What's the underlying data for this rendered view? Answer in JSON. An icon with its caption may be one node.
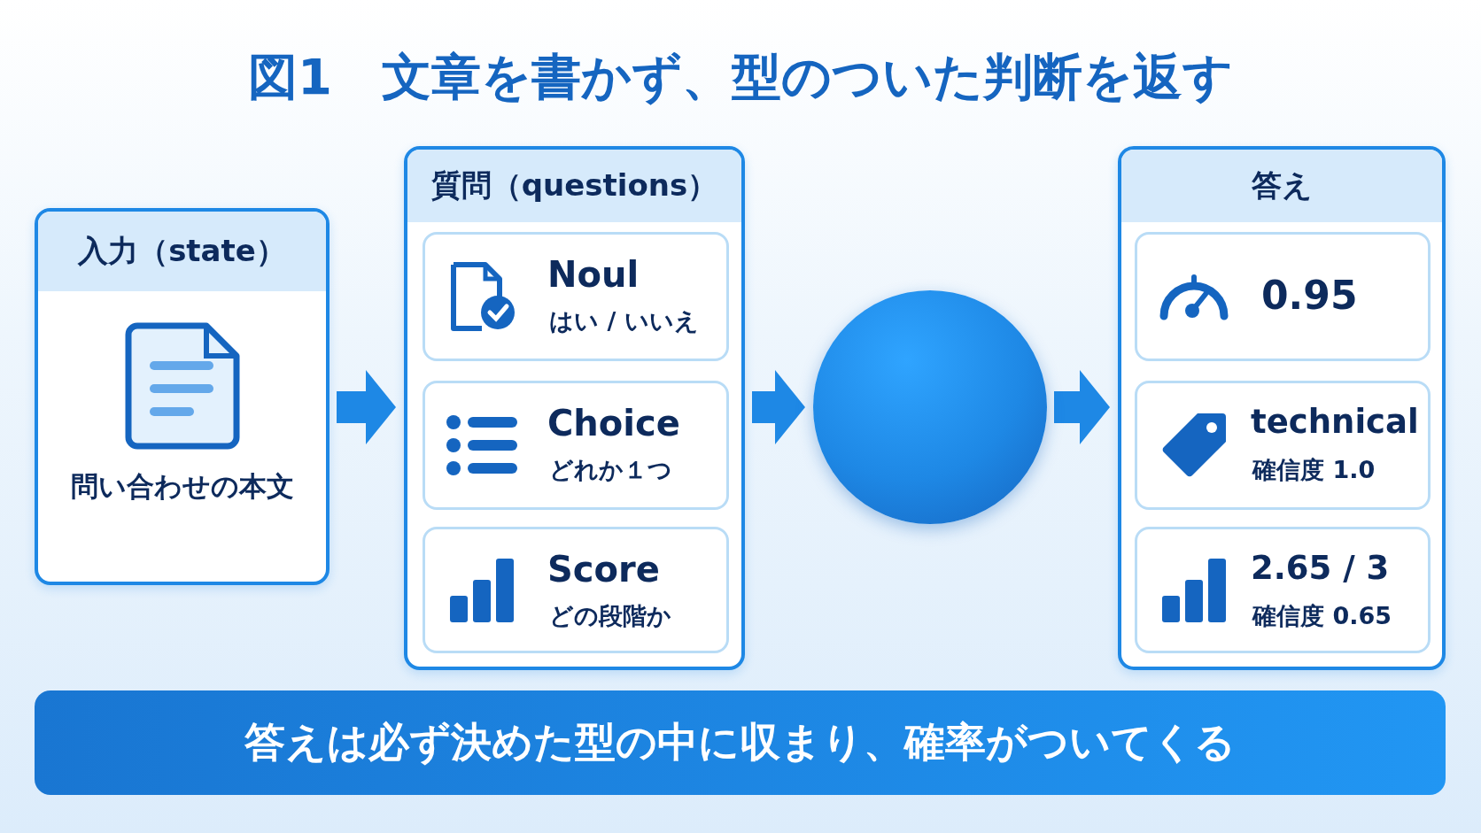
{
  "diagram": {
    "title": "図1　文章を書かず、型のついた判断を返す",
    "nodes": [
      {
        "text": [
          "入力（state）",
          "問い合わせの本文"
        ]
      },
      {
        "text": [
          "質問（questions）"
        ]
      },
      {
        "text": [
          "Noul",
          "はい / いいえ"
        ],
        "in": 1
      },
      {
        "text": [
          "Choice",
          "どれか１つ"
        ],
        "in": 1
      },
      {
        "text": [
          "Score",
          "どの段階か"
        ],
        "in": 1
      },
      {
        "text": [],
        "shape": "circle"
      },
      {
        "text": [
          "答え"
        ]
      },
      {
        "text": [
          "0.95"
        ],
        "in": 6
      },
      {
        "text": [
          "technical",
          "確信度 1.0"
        ],
        "in": 6
      },
      {
        "text": [
          "2.65 / 3",
          "確信度 0.65"
        ],
        "in": 6
      },
      {
        "text": [
          "答えは必ず決めた型の中に収まり、確率がついてくる"
        ]
      }
    ],
    "edges": [
      {
        "from": 0,
        "to": 1,
        "arrow": "to"
      },
      {
        "from": 1,
        "to": 5,
        "arrow": "to"
      },
      {
        "from": 5,
        "to": 6,
        "arrow": "to"
      }
    ]
  }
}
